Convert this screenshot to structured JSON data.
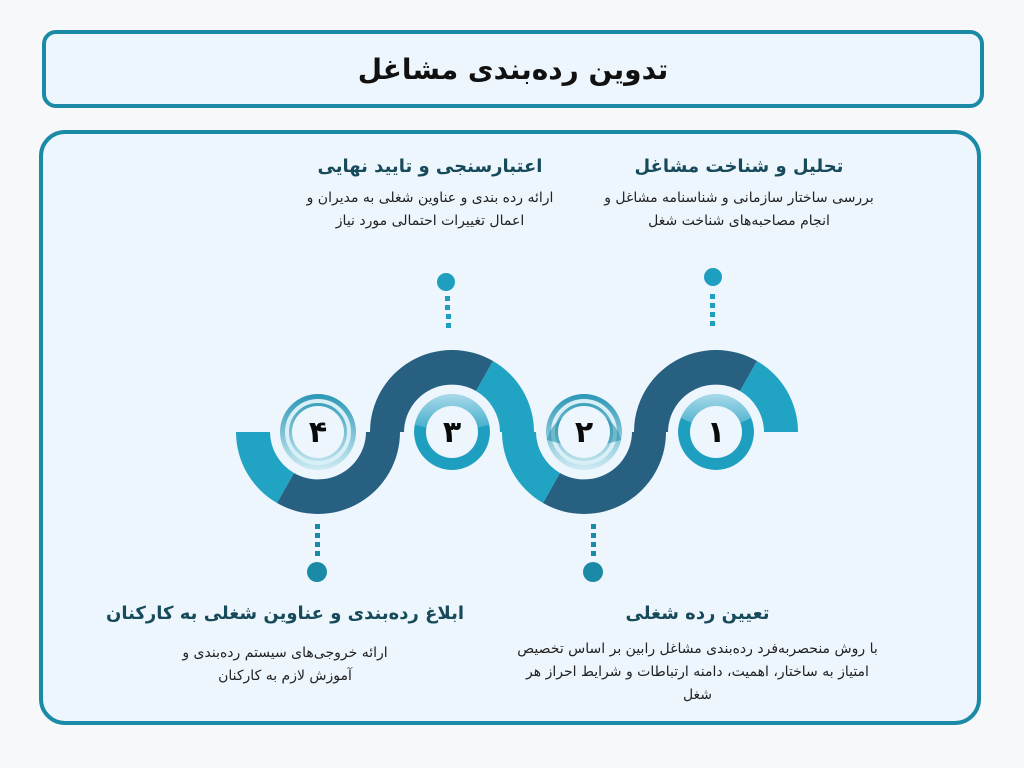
{
  "title": "تدوین رده‌بندی مشاغل",
  "colors": {
    "border": "#1b8aa6",
    "panel_bg": "#eef6fd",
    "wave_dark": "#276081",
    "wave_light": "#21a3c4",
    "heading": "#174a5a",
    "dot": "#1b8aa6"
  },
  "steps": [
    {
      "number": "۱",
      "title": "تحلیل و شناخت مشاغل",
      "description": "بررسی ساختار سازمانی و شناسنامه مشاغل و انجام مصاحبه‌های شناخت شغل"
    },
    {
      "number": "۲",
      "title": "تعیین رده شغلی",
      "description": "با روش منحصربه‌فرد رده‌بندی مشاغل رابین بر اساس تخصیص امتیاز به ساختار، اهمیت، دامنه ارتباطات و شرایط احراز هر شغل"
    },
    {
      "number": "۳",
      "title": "اعتبارسنجی و تایید نهایی",
      "description": "ارائه رده بندی و عناوین شغلی به مدیران و اعمال تغییرات احتمالی مورد نیاز"
    },
    {
      "number": "۴",
      "title": "ابلاغ رده‌بندی و عناوین شغلی به کارکنان",
      "description": "ارائه خروجی‌های سیستم رده‌بندی و آموزش لازم به کارکنان"
    }
  ]
}
